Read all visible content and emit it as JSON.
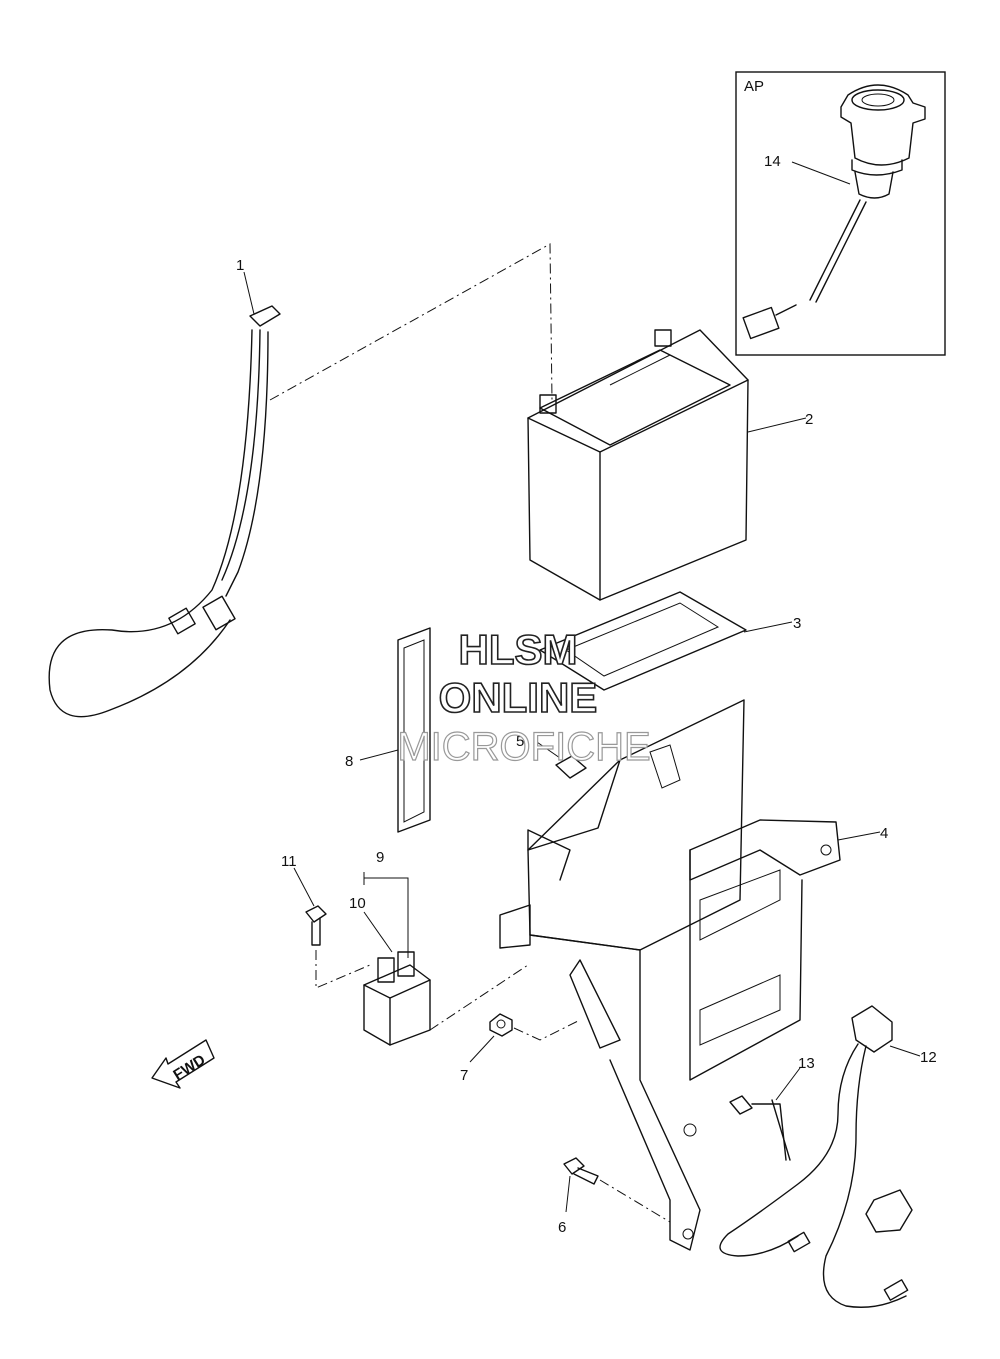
{
  "inset": {
    "label": "AP"
  },
  "callouts": {
    "c1": "1",
    "c2": "2",
    "c3": "3",
    "c4": "4",
    "c5": "5",
    "c6": "6",
    "c7": "7",
    "c8": "8",
    "c9": "9",
    "c10": "10",
    "c11": "11",
    "c12": "12",
    "c13": "13",
    "c14": "14"
  },
  "fwd_arrow": {
    "text": "FWD"
  },
  "watermark": {
    "line1": "HLSM",
    "line2": "ONLINE",
    "line3": "MICROFICHE"
  }
}
